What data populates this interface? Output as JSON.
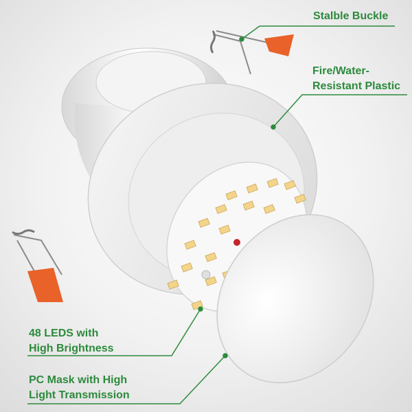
{
  "labels": {
    "buckle": "Stalble Buckle",
    "plastic_line1": "Fire/Water-",
    "plastic_line2": "Resistant Plastic",
    "leds_line1": "48 LEDS with",
    "leds_line2": "High Brightness",
    "mask_line1": "PC Mask with High",
    "mask_line2": "Light Transmission"
  },
  "colors": {
    "label_green": "#2c8a3c",
    "clip_orange": "#e8622a",
    "led_yellow": "#f3d48a"
  }
}
